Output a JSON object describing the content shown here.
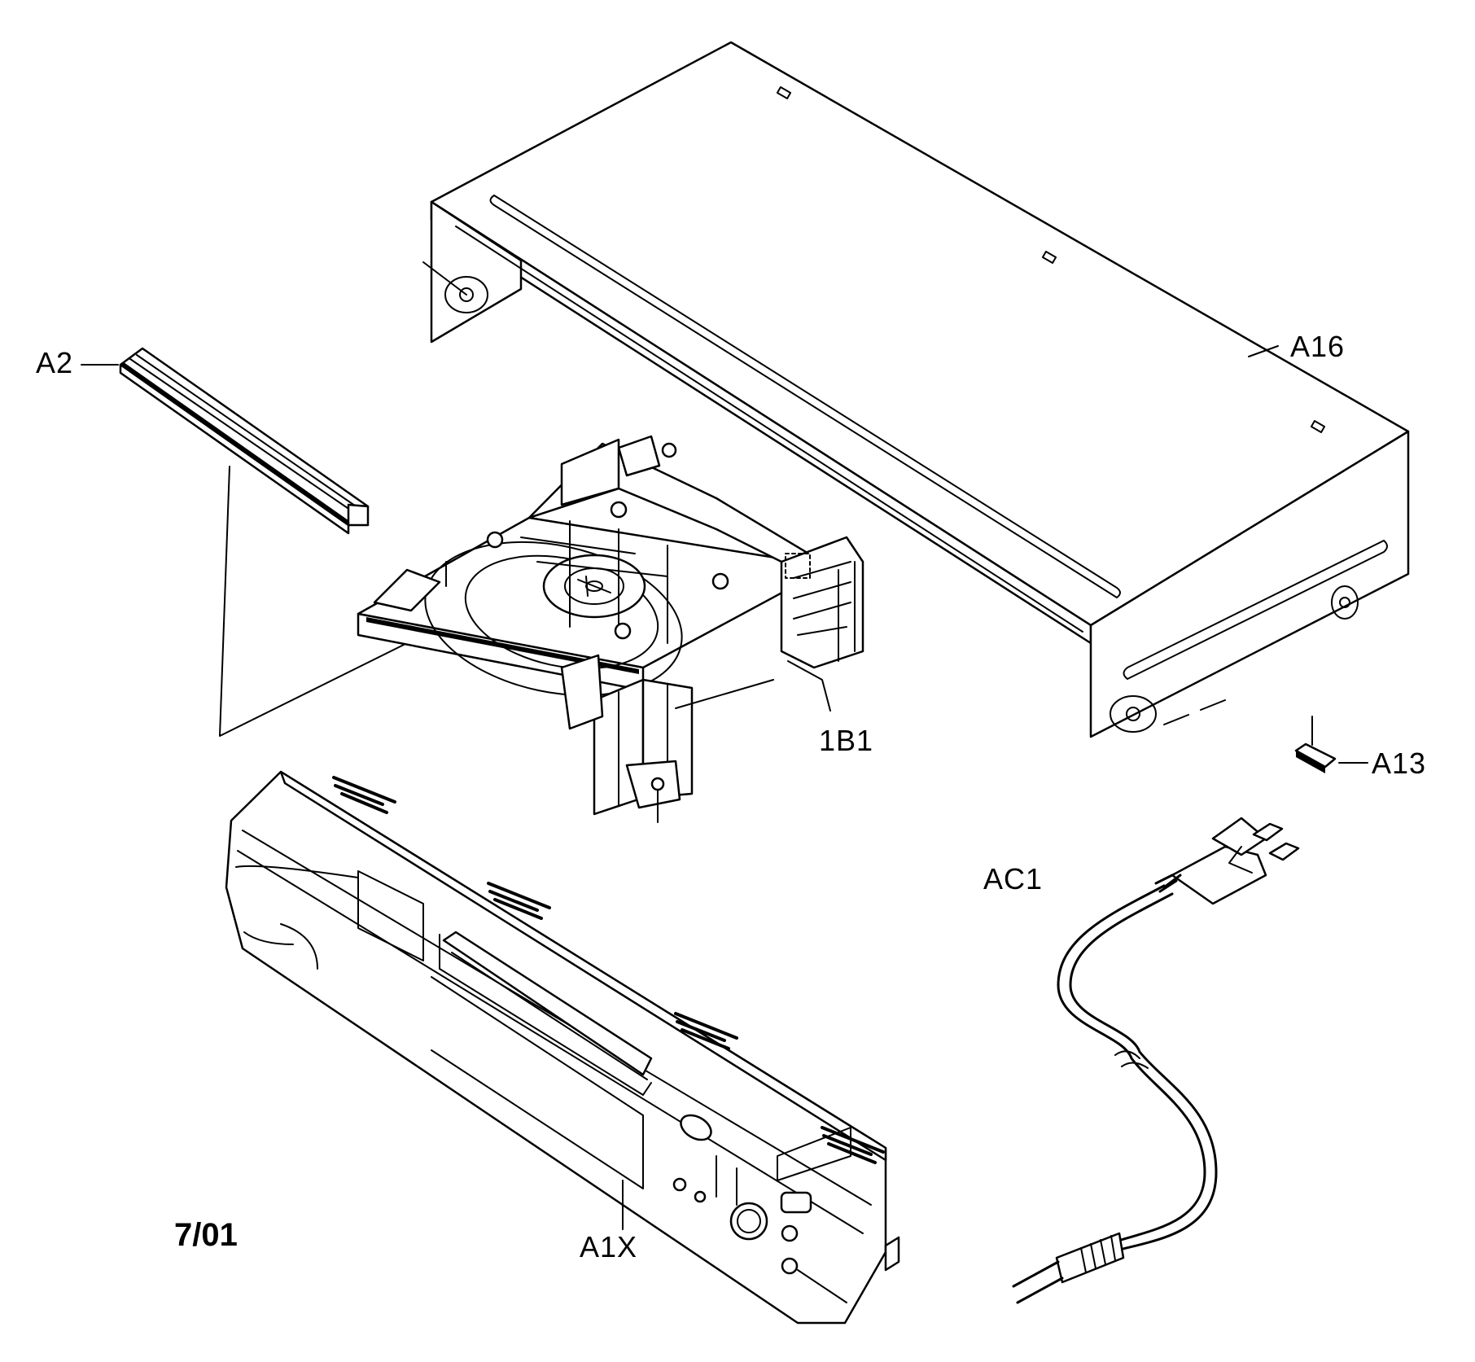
{
  "labels": {
    "a2": "A2",
    "a16": "A16",
    "b1": "1B1",
    "a13": "A13",
    "ac1": "AC1",
    "a1x": "A1X",
    "date": "7/01"
  }
}
